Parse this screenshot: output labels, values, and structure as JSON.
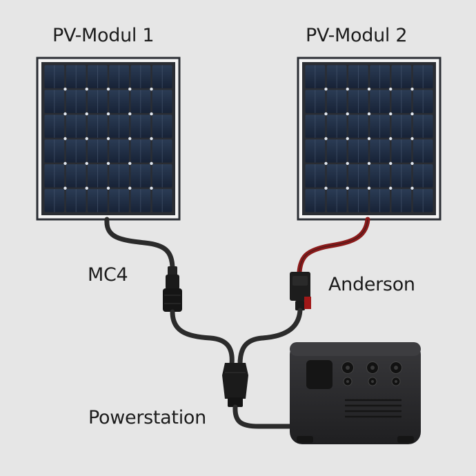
{
  "labels": {
    "module1": "PV-Modul 1",
    "module2": "PV-Modul 2",
    "mc4": "MC4",
    "anderson": "Anderson",
    "powerstation": "Powerstation"
  },
  "panel": {
    "columns": 6,
    "rows": 6
  },
  "colors": {
    "background": "#e6e6e6",
    "panel_frame": "#2a2d33",
    "cell": "#1c2a3f",
    "black_cable": "#2b2b2b",
    "red_cable": "#8b1a1a",
    "powerstation_body": "#2a2a2c"
  }
}
